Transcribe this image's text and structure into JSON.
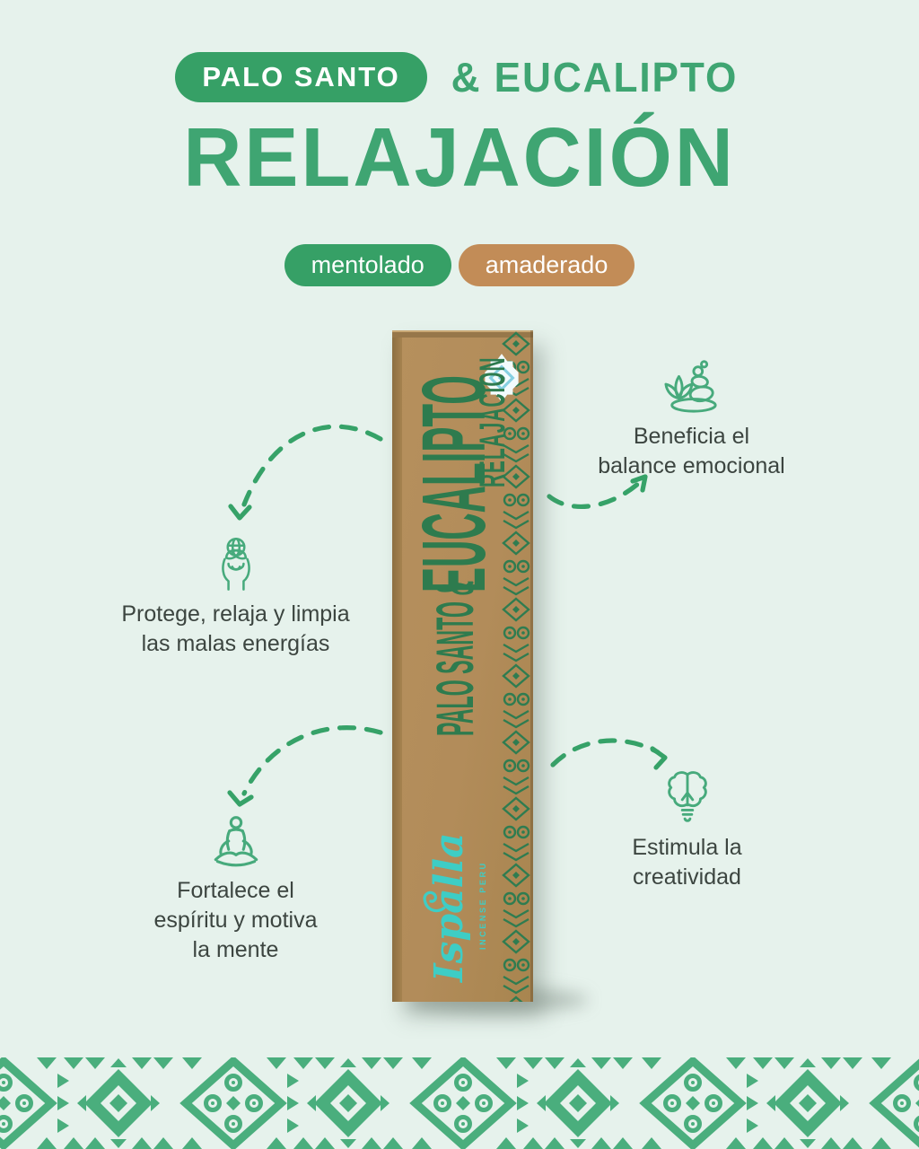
{
  "header": {
    "pill": "PALO SANTO",
    "suffix": "& EUCALIPTO",
    "title": "RELAJACIÓN"
  },
  "scent_tags": [
    {
      "label": "mentolado"
    },
    {
      "label": "amaderado"
    }
  ],
  "product_box": {
    "line_prefix": "PALO SANTO &",
    "line_main": "EUCALIPTO",
    "line_sub": "RELAJACION",
    "logo": "Ispalla",
    "logo_sub": "INCENSE PERU"
  },
  "benefits": {
    "balance": {
      "icon": "zen-stones-icon",
      "text": "Beneficia el\nbalance emocional"
    },
    "protect": {
      "icon": "hand-plant-icon",
      "text": "Protege, relaja y limpia\nlas malas energías"
    },
    "spirit": {
      "icon": "meditation-icon",
      "text": "Fortalece el\nespíritu y motiva\nla mente"
    },
    "creativity": {
      "icon": "brain-bulb-icon",
      "text": "Estimula la\ncreatividad"
    }
  },
  "colors": {
    "background_mint": "#E6F2EC",
    "accent_green": "#3FA572",
    "pill_green": "#36A066",
    "pill_tan": "#C28C57",
    "arrow_green": "#36A268",
    "icon_green": "#47AA7C",
    "band_green": "#4AAE7D",
    "kraft_brown": "#B28C5A",
    "box_print_green": "#2E7B4E",
    "logo_teal": "#3ECDC5",
    "body_text": "#3C4540"
  }
}
